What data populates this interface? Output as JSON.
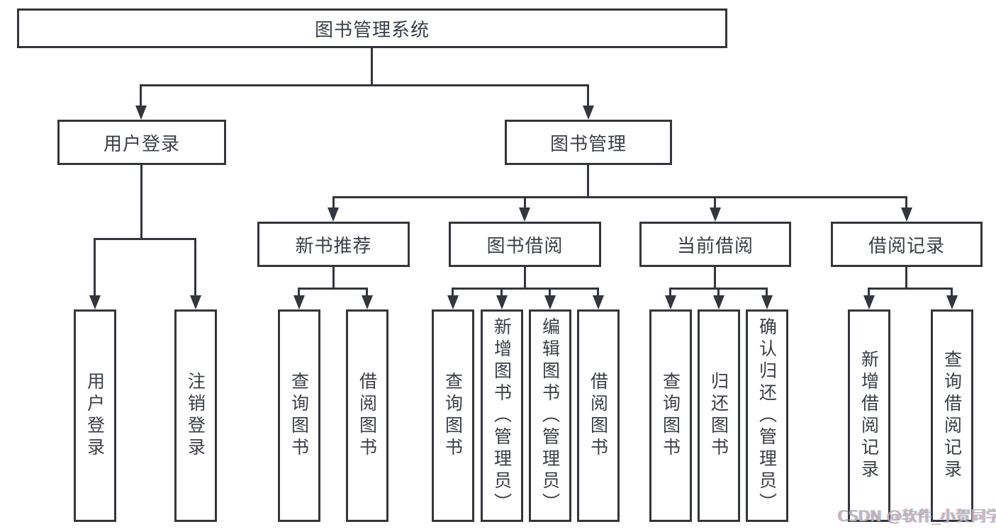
{
  "nodes": {
    "root": "图书管理系统",
    "user_login": "用户登录",
    "book_mgmt": "图书管理",
    "new_book_rec": "新书推荐",
    "book_borrow": "图书借阅",
    "current_borrow": "当前借阅",
    "borrow_records": "借阅记录"
  },
  "leaves": {
    "user_login": "用户登录",
    "logout": "注销登录",
    "rec_query_book": "查询图书",
    "rec_borrow_book": "借阅图书",
    "bb_query_book": "查询图书",
    "bb_add_book": "新增图书（管理员）",
    "bb_edit_book": "编辑图书（管理员）",
    "bb_borrow_book": "借阅图书",
    "cb_query_book": "查询图书",
    "cb_return_book": "归还图书",
    "cb_confirm_return": "确认归还（管理员）",
    "br_add_record": "新增借阅记录",
    "br_query_record": "查询借阅记录"
  },
  "watermark": "CSDN @软件_小贺同学",
  "colors": {
    "line": "#33363c",
    "text": "#3a3e45",
    "box_bg": "#ffffff",
    "background": "#ffffff",
    "watermark": "#b5b7bb"
  }
}
